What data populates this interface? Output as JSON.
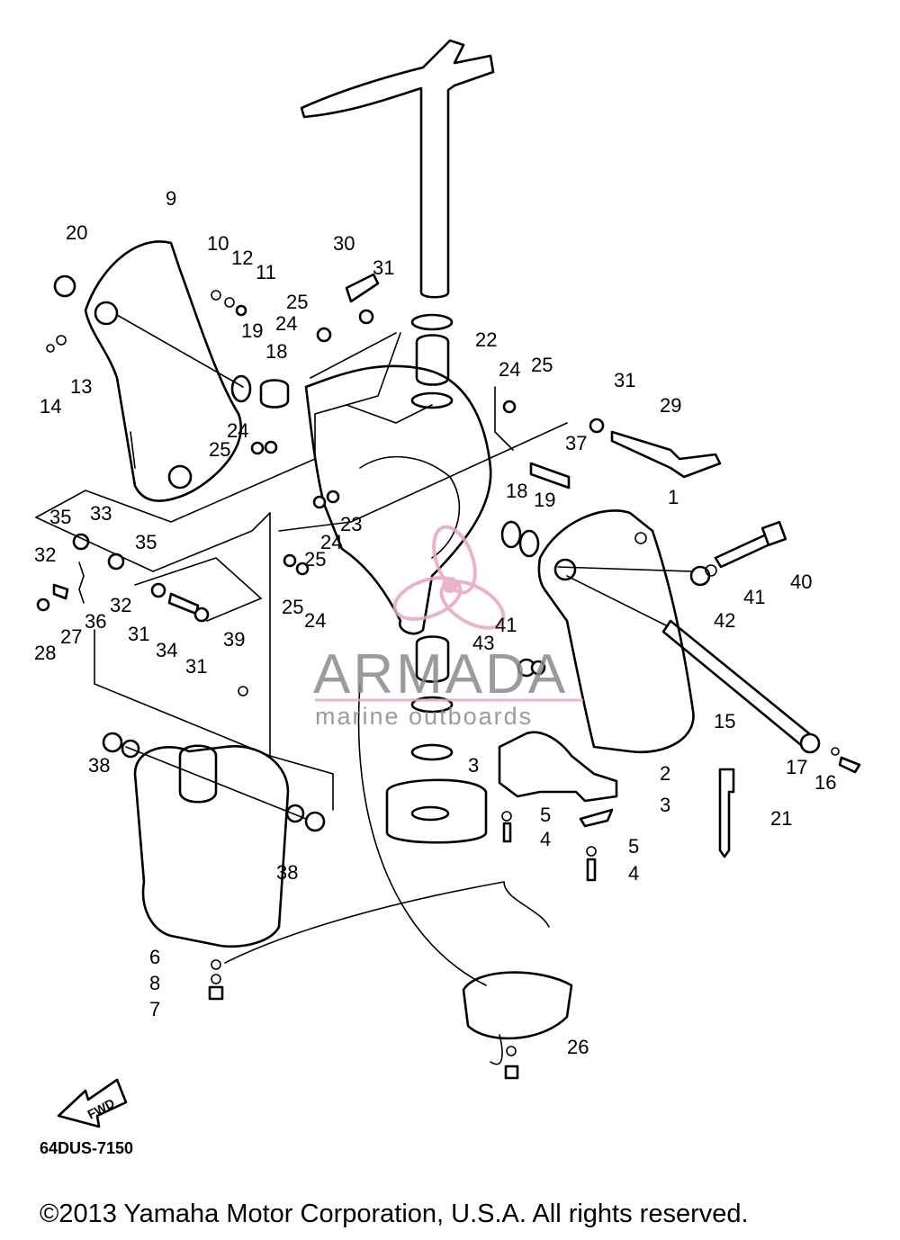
{
  "diagram": {
    "catalog_code": "64DUS-7150",
    "direction_tag": "FWD",
    "part_labels": [
      "1",
      "2",
      "3",
      "3",
      "4",
      "4",
      "5",
      "5",
      "6",
      "7",
      "8",
      "9",
      "10",
      "11",
      "12",
      "13",
      "14",
      "15",
      "16",
      "17",
      "18",
      "18",
      "19",
      "19",
      "20",
      "21",
      "22",
      "23",
      "24",
      "24",
      "24",
      "24",
      "24",
      "25",
      "25",
      "25",
      "25",
      "25",
      "26",
      "27",
      "28",
      "29",
      "30",
      "31",
      "31",
      "31",
      "31",
      "32",
      "32",
      "33",
      "34",
      "35",
      "35",
      "36",
      "37",
      "38",
      "38",
      "39",
      "40",
      "41",
      "41",
      "42",
      "43"
    ]
  },
  "watermark": {
    "name": "ARMADA",
    "tagline": "marine outboards",
    "accent_color": "#e8a6c3",
    "text_color": "#8a8a8a"
  },
  "footer": {
    "copyright": "©2013 Yamaha Motor Corporation, U.S.A. All rights reserved."
  }
}
